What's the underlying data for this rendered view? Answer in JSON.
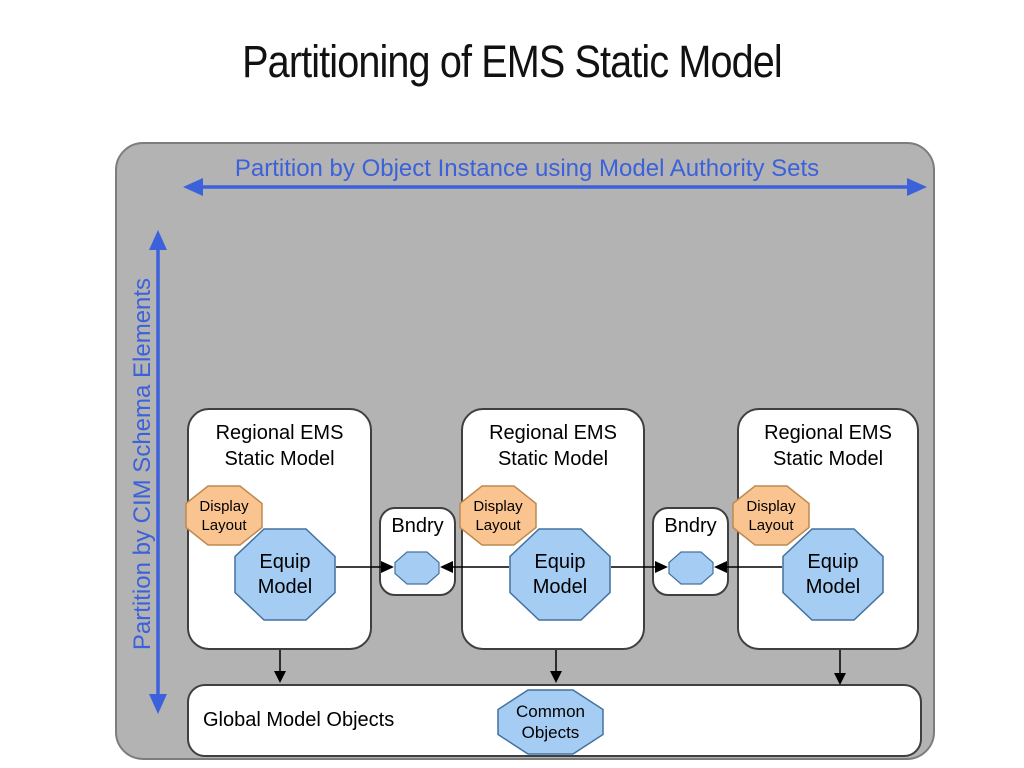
{
  "title": "Partitioning of EMS Static Model",
  "partition_axes": {
    "horizontal": "Partition by Object Instance using Model Authority Sets",
    "vertical": "Partition by CIM Schema Elements"
  },
  "regions": [
    {
      "title": "Regional EMS\nStatic Model",
      "display_layout": "Display\nLayout",
      "equip_model": "Equip\nModel"
    },
    {
      "title": "Regional EMS\nStatic Model",
      "display_layout": "Display\nLayout",
      "equip_model": "Equip\nModel"
    },
    {
      "title": "Regional EMS\nStatic Model",
      "display_layout": "Display\nLayout",
      "equip_model": "Equip\nModel"
    }
  ],
  "boundaries": [
    {
      "label": "Bndry"
    },
    {
      "label": "Bndry"
    }
  ],
  "global_layer": {
    "label": "Global Model Objects",
    "common_objects": "Common\nObjects"
  },
  "colors": {
    "canvas_gray": "#b3b3b3",
    "axis_blue": "#3b61db",
    "octagon_blue_fill": "#a5cdf3",
    "octagon_blue_stroke": "#44719e",
    "octagon_orange_fill": "#fac490",
    "octagon_orange_stroke": "#be8a50",
    "connector_black": "#000000"
  }
}
